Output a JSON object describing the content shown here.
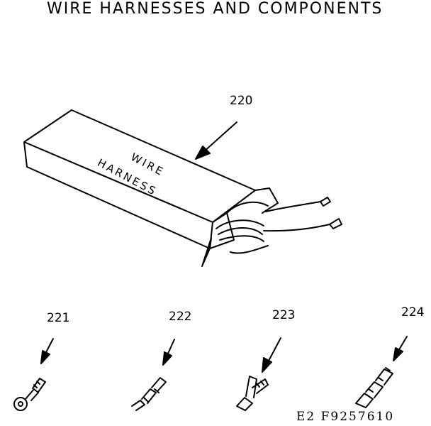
{
  "title": "WIRE HARNESSES AND COMPONENTS",
  "box_label_line1": "WIRE",
  "box_label_line2": "HARNESS",
  "callouts": {
    "harness": "220",
    "ring_terminal": "221",
    "spade_terminal": "222",
    "flag_terminal": "223",
    "connector_terminal": "224"
  },
  "footer_code": "E2 F9257610"
}
